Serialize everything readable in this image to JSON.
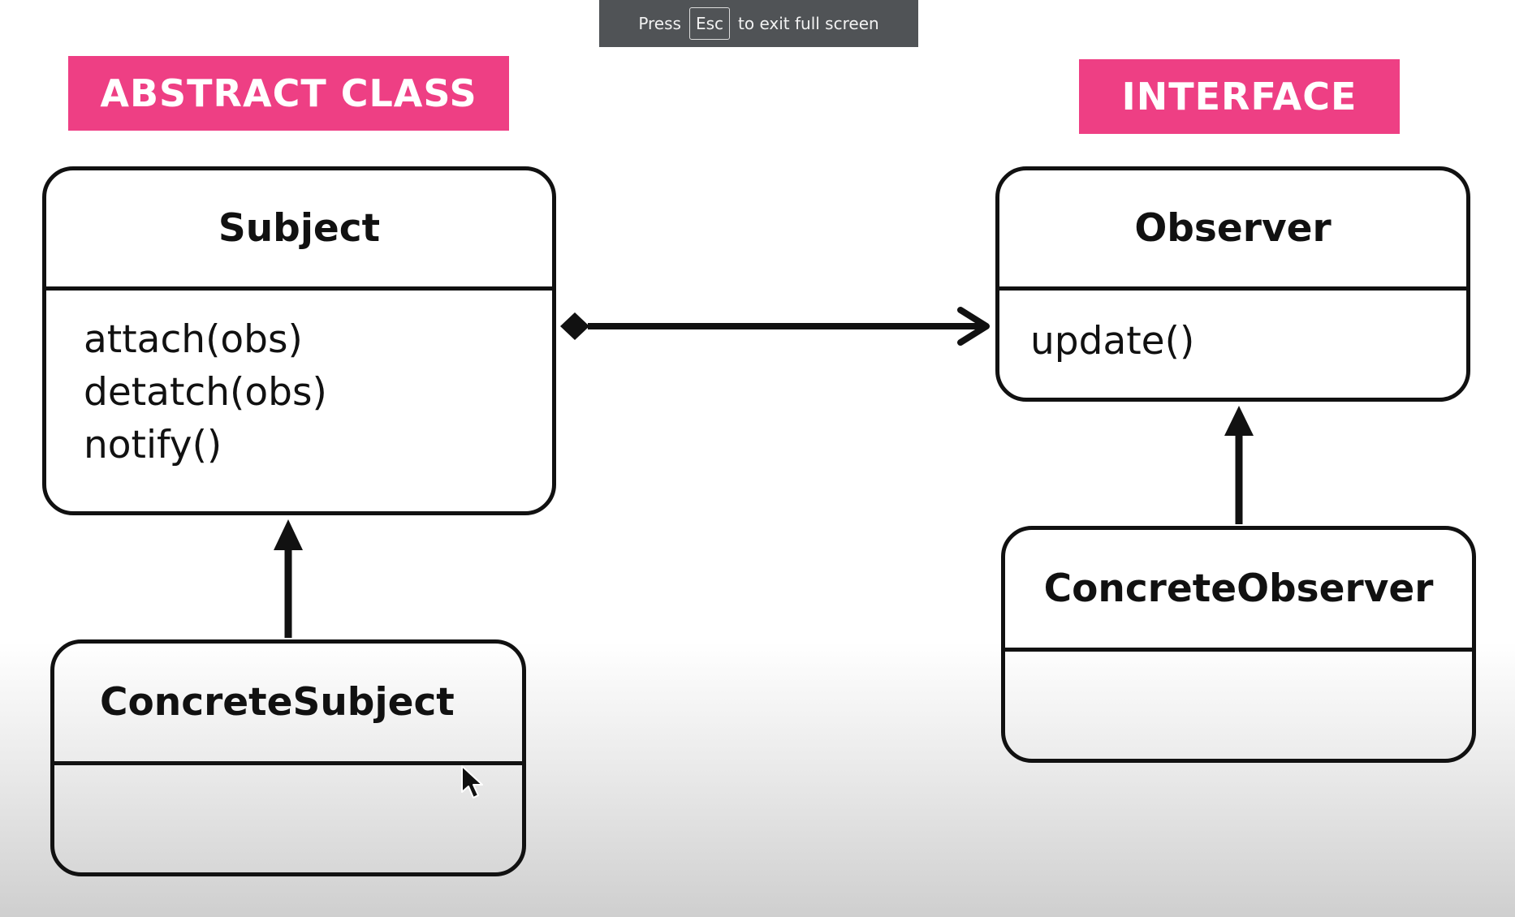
{
  "fullscreen_notice": {
    "press": "Press",
    "key": "Esc",
    "rest": "to exit full screen"
  },
  "labels": {
    "abstract_class": "ABSTRACT CLASS",
    "interface": "INTERFACE"
  },
  "classes": {
    "subject": {
      "name": "Subject",
      "methods": [
        "attach(obs)",
        "detatch(obs)",
        "notify()"
      ]
    },
    "observer": {
      "name": "Observer",
      "methods": [
        "update()"
      ]
    },
    "concrete_subject": {
      "name": "ConcreteSubject"
    },
    "concrete_observer": {
      "name": "ConcreteObserver"
    }
  },
  "relationships": [
    {
      "from": "Subject",
      "to": "Observer",
      "type": "composition-association"
    },
    {
      "from": "ConcreteSubject",
      "to": "Subject",
      "type": "inheritance"
    },
    {
      "from": "ConcreteObserver",
      "to": "Observer",
      "type": "inheritance"
    }
  ],
  "colors": {
    "label_background": "#ee3f84",
    "label_text": "#ffffff",
    "line": "#111111",
    "notice_background": "#505356"
  },
  "icons": {
    "cursor": "mouse-pointer-icon"
  }
}
